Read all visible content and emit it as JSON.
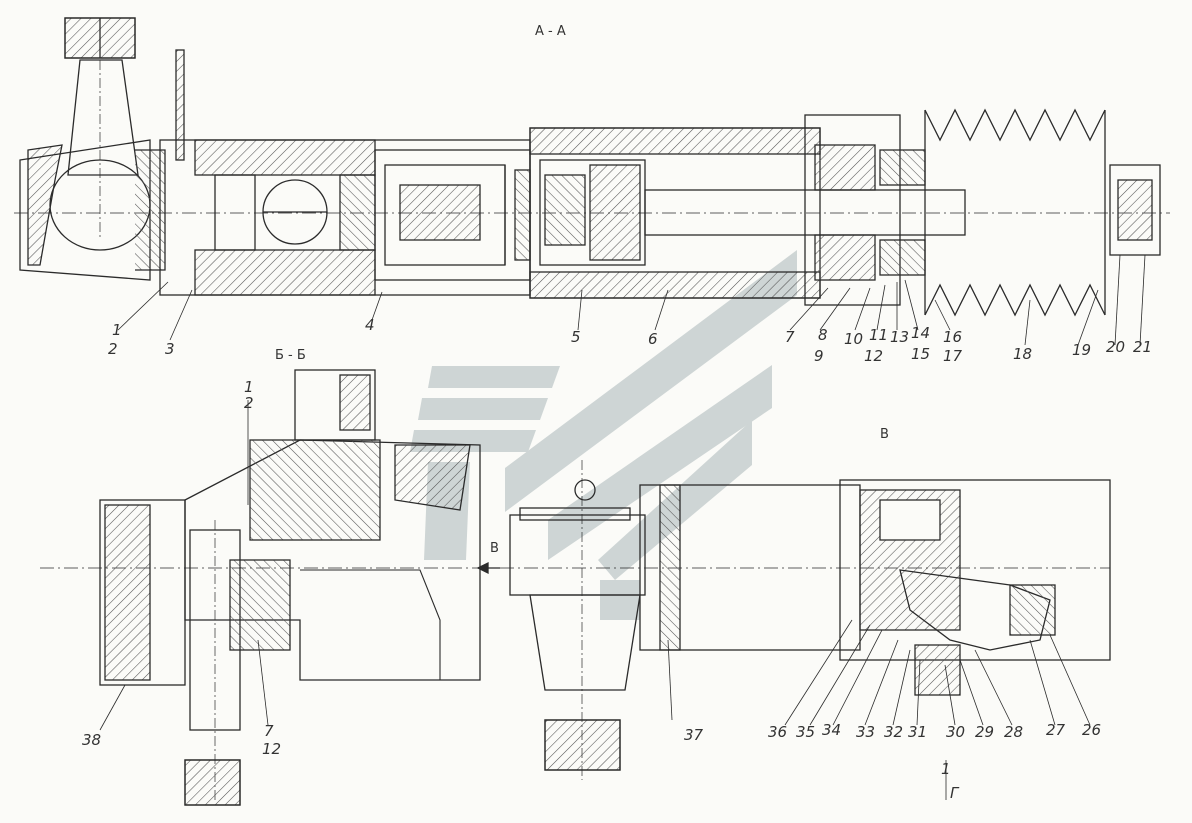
{
  "titles": {
    "section_aa": "А - А",
    "section_bb": "Б - Б",
    "view_v": "В",
    "arrow_v": "В"
  },
  "labels_top": [
    "1",
    "2",
    "3",
    "4",
    "5",
    "6",
    "7",
    "8",
    "9",
    "10",
    "11",
    "12",
    "13",
    "14",
    "15",
    "16",
    "17",
    "18",
    "19",
    "20",
    "21"
  ],
  "labels_left": [
    "1",
    "2",
    "7",
    "12",
    "38",
    "37"
  ],
  "labels_right": [
    "36",
    "35",
    "34",
    "33",
    "32",
    "31",
    "30",
    "29",
    "28",
    "27",
    "26"
  ],
  "labels_bottom": [
    "1",
    "Г"
  ],
  "colors": {
    "line": "#2b2b2b",
    "hatch": "#555555",
    "watermark": "#c7cfcf",
    "paper": "#fbfbf8"
  }
}
